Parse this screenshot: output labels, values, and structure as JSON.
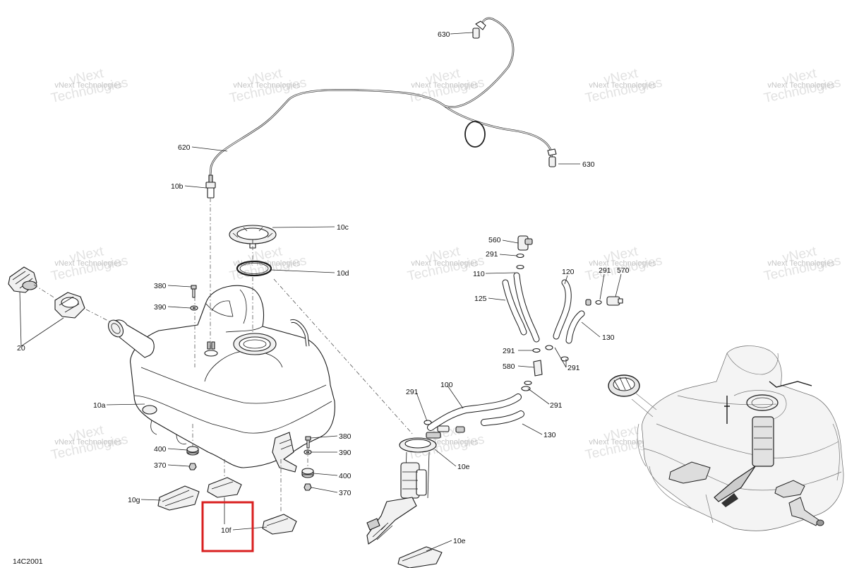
{
  "diagram": {
    "drawing_number": "14C2001",
    "watermark": {
      "line1": "vNext",
      "line2": "Technologies",
      "full": "vNext Technologies"
    },
    "callouts": {
      "c630a": "630",
      "c630b": "630",
      "c620": "620",
      "c10b": "10b",
      "c10c": "10c",
      "c10d": "10d",
      "c380a": "380",
      "c390a": "390",
      "c20": "20",
      "c10a": "10a",
      "c400a": "400",
      "c370a": "370",
      "c10g": "10g",
      "c10f": "10f",
      "c380b": "380",
      "c390b": "390",
      "c400b": "400",
      "c370b": "370",
      "c560": "560",
      "c291a": "291",
      "c110": "110",
      "c125": "125",
      "c120": "120",
      "c291b": "291",
      "c570": "570",
      "c130a": "130",
      "c291c": "291",
      "c580": "580",
      "c291d": "291",
      "c100": "100",
      "c291e": "291",
      "c291f": "291",
      "c130b": "130",
      "c10e_pump": "10e",
      "c10e_pad": "10e"
    },
    "highlight": {
      "target": "10f",
      "color": "#d92020"
    }
  }
}
